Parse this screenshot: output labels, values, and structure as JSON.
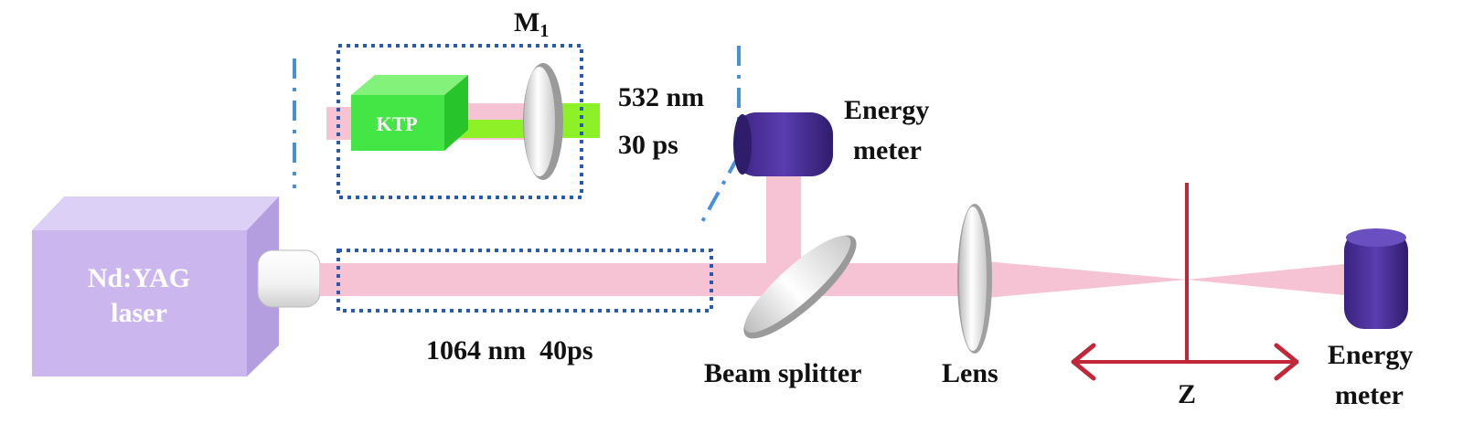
{
  "labels": {
    "laser_line1": "Nd:YAG",
    "laser_line2": "laser",
    "ktp": "KTP",
    "mirror": "M",
    "mirror_sub": "1",
    "green_wavelength": "532 nm",
    "green_pulse": "30 ps",
    "ir_beam": "1064 nm  40ps",
    "energy_meter_top_line1": "Energy",
    "energy_meter_top_line2": "meter",
    "beam_splitter": "Beam splitter",
    "lens": "Lens",
    "z_axis": "Z",
    "energy_meter_right_line1": "Energy",
    "energy_meter_right_line2": "meter"
  },
  "colors": {
    "laser_front": "#cbb6ee",
    "laser_top": "#ddd0f6",
    "laser_side": "#b49ee0",
    "beam_pink": "#f5c3d3",
    "beam_green": "#8ef026",
    "ktp_front": "#43e645",
    "ktp_top": "#82f27a",
    "ktp_side": "#28c42c",
    "detector": "#4a2f96",
    "detector_dark": "#2f1c6b",
    "dotted_box": "#2a5ab0",
    "dash_dot": "#4a90d9",
    "z_axis": "#c0283a"
  }
}
